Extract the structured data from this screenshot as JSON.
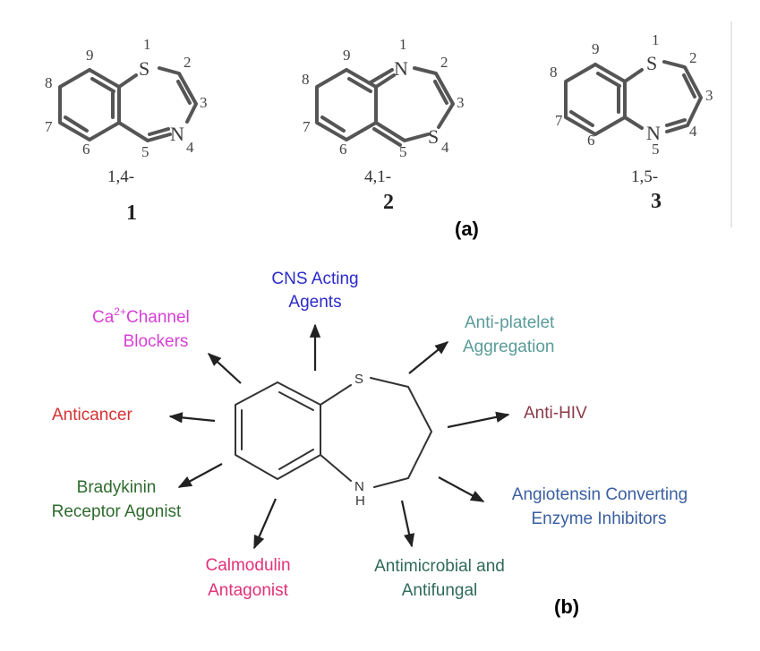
{
  "figure": {
    "panel_a": {
      "label": "(a)",
      "structures": [
        {
          "id": "structure-1",
          "isomer": "1,4-",
          "number": "1",
          "heteroatoms": {
            "pos1": "S",
            "pos4": "N"
          },
          "ring_numbers": [
            "1",
            "2",
            "3",
            "4",
            "5",
            "6",
            "7",
            "8",
            "9"
          ]
        },
        {
          "id": "structure-2",
          "isomer": "4,1-",
          "number": "2",
          "heteroatoms": {
            "pos1": "N",
            "pos4": "S"
          },
          "ring_numbers": [
            "1",
            "2",
            "3",
            "4",
            "5",
            "6",
            "7",
            "8",
            "9"
          ]
        },
        {
          "id": "structure-3",
          "isomer": "1,5-",
          "number": "3",
          "heteroatoms": {
            "pos1": "S",
            "pos5": "N"
          },
          "ring_numbers": [
            "1",
            "2",
            "3",
            "4",
            "5",
            "6",
            "7",
            "8",
            "9"
          ]
        }
      ]
    },
    "panel_b": {
      "label": "(b)",
      "core_atoms": {
        "sulfur": "S",
        "nitrogen": "N",
        "hydrogen": "H"
      },
      "activities": [
        {
          "id": "cns",
          "lines": [
            "CNS Acting",
            "Agents"
          ],
          "color": "#2b2bcc"
        },
        {
          "id": "calcium",
          "lines": [
            "Ca",
            "2+",
            "Channel",
            "Blockers"
          ],
          "color": "#d63fd6"
        },
        {
          "id": "antiplatelet",
          "lines": [
            "Anti-platelet",
            "Aggregation"
          ],
          "color": "#5a9c9a"
        },
        {
          "id": "anticancer",
          "lines": [
            "Anticancer"
          ],
          "color": "#d63232"
        },
        {
          "id": "antihiv",
          "lines": [
            "Anti-HIV"
          ],
          "color": "#8a3a4a"
        },
        {
          "id": "bradykinin",
          "lines": [
            "Bradykinin",
            "Receptor Agonist"
          ],
          "color": "#2f6b2f"
        },
        {
          "id": "ace",
          "lines": [
            "Angiotensin Converting",
            "Enzyme Inhibitors"
          ],
          "color": "#3a5fa0"
        },
        {
          "id": "calmodulin",
          "lines": [
            "Calmodulin",
            "Antagonist"
          ],
          "color": "#e0327a"
        },
        {
          "id": "antimicrobial",
          "lines": [
            "Antimicrobial and",
            "Antifungal"
          ],
          "color": "#2f6a5a"
        }
      ]
    }
  }
}
